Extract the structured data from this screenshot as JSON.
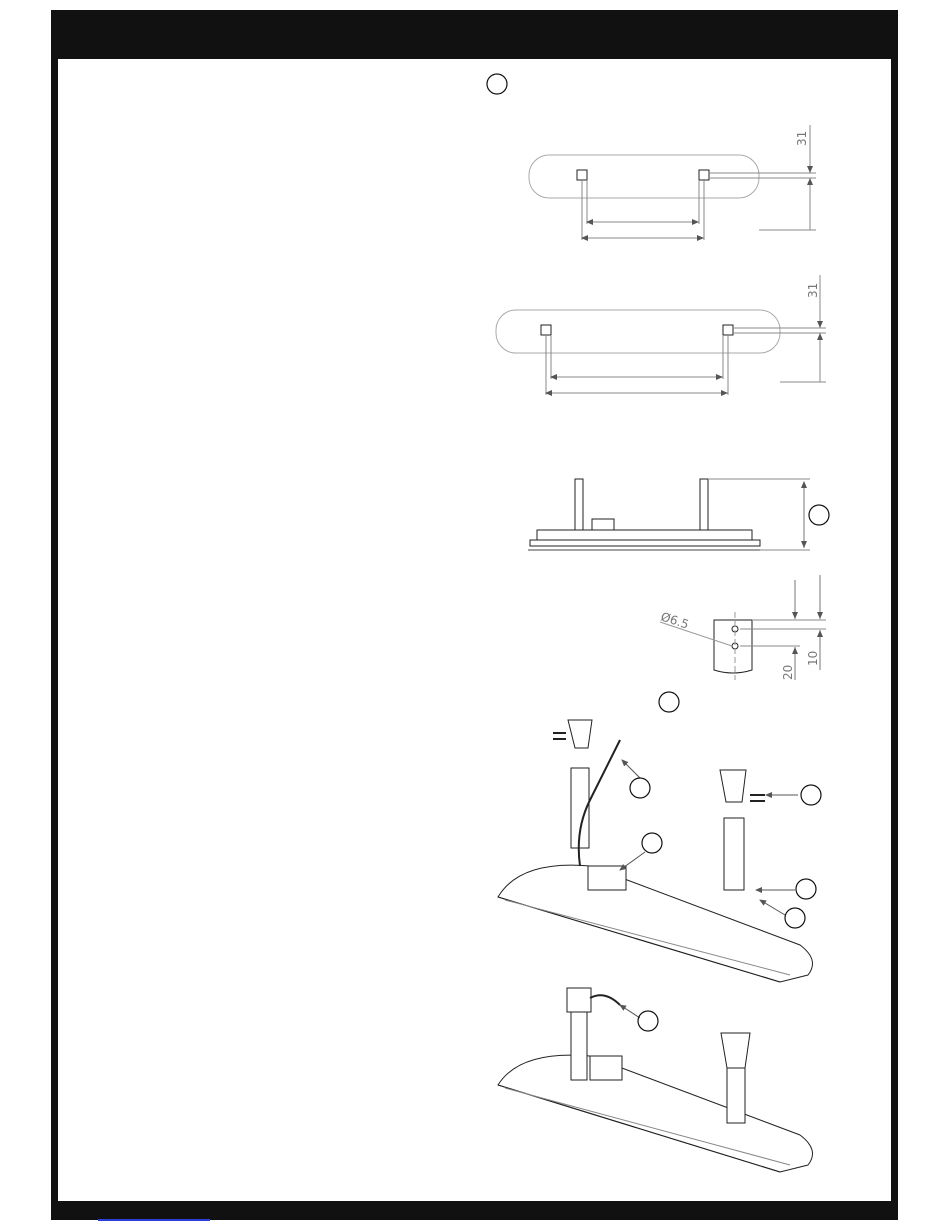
{
  "page": {
    "background": "#ffffff",
    "frame_color": "#111111",
    "link_color": "#2b3fd6"
  },
  "dimensions": {
    "top_offset_1": "31",
    "top_offset_2": "31",
    "hole_diameter": "Ø6.5",
    "hole_spacing": "10",
    "hole_edge": "20"
  },
  "callouts": [
    "",
    "",
    "",
    "",
    "",
    "",
    "",
    "",
    "",
    ""
  ]
}
